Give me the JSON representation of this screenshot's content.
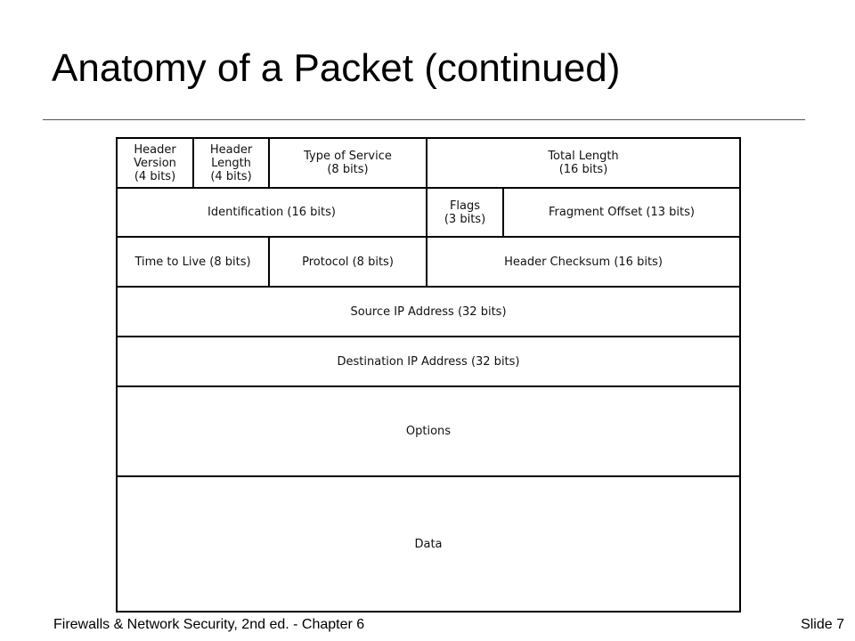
{
  "slide": {
    "title": "Anatomy of a Packet (continued)",
    "footer_left": "Firewalls & Network Security, 2nd ed. - Chapter 6",
    "footer_right": "Slide 7"
  },
  "packet": {
    "row1": {
      "header_version": "Header\nVersion\n(4 bits)",
      "header_length": "Header\nLength\n(4 bits)",
      "type_of_service": "Type of Service\n(8 bits)",
      "total_length": "Total Length\n(16 bits)"
    },
    "row2": {
      "identification": "Identification (16 bits)",
      "flags": "Flags\n(3 bits)",
      "fragment_offset": "Fragment Offset (13 bits)"
    },
    "row3": {
      "time_to_live": "Time to Live (8 bits)",
      "protocol": "Protocol (8 bits)",
      "header_checksum": "Header Checksum (16 bits)"
    },
    "source_ip": "Source IP Address (32 bits)",
    "destination_ip": "Destination IP Address (32 bits)",
    "options": "Options",
    "data": "Data"
  }
}
